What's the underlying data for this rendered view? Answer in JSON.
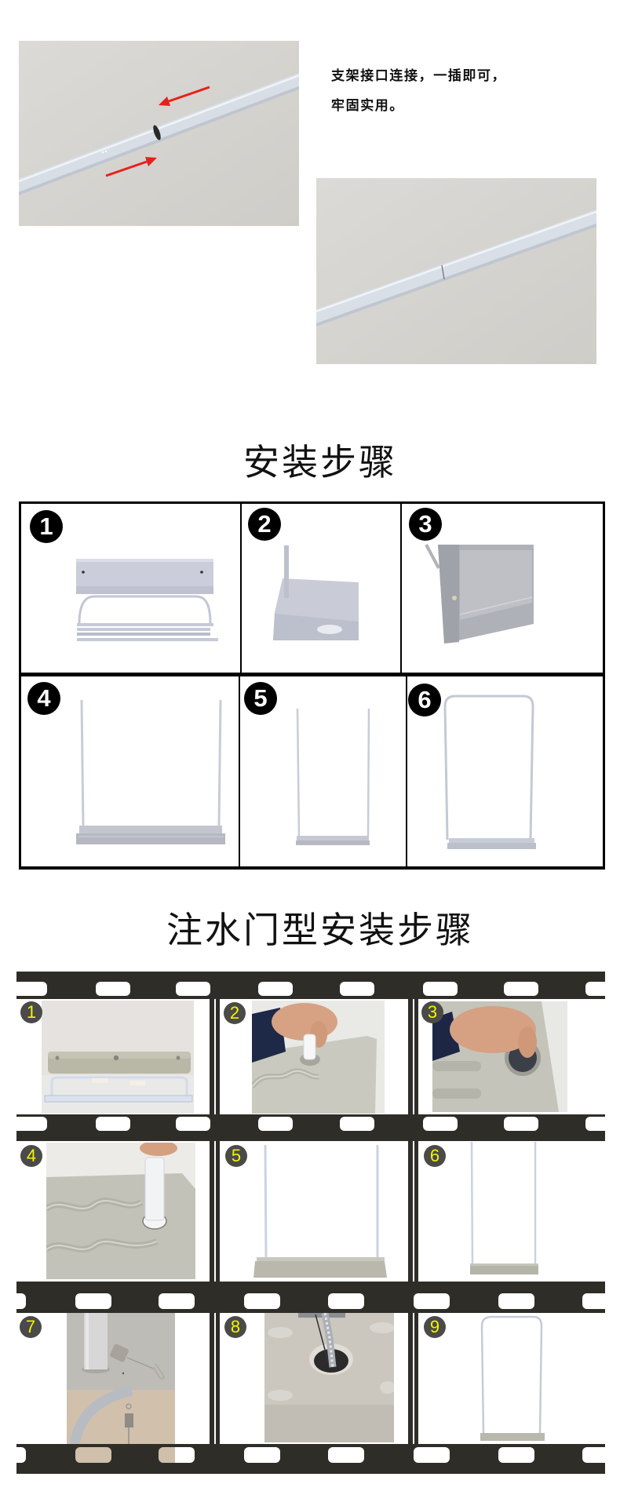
{
  "intro": {
    "caption": {
      "line1": "支架接口连接，一插即可，",
      "line2": "牢固实用。"
    },
    "arrow_color": "#e8201c"
  },
  "section_basic": {
    "title": "安装步骤",
    "steps": [
      {
        "number": "1"
      },
      {
        "number": "2"
      },
      {
        "number": "3"
      },
      {
        "number": "4"
      },
      {
        "number": "5"
      },
      {
        "number": "6"
      }
    ],
    "badge_colors": {
      "background": "#000000",
      "text": "#ffffff"
    },
    "border_color": "#000000"
  },
  "section_water": {
    "title": "注水门型安装步骤",
    "steps": [
      {
        "number": "1"
      },
      {
        "number": "2"
      },
      {
        "number": "3"
      },
      {
        "number": "4"
      },
      {
        "number": "5"
      },
      {
        "number": "6"
      },
      {
        "number": "7"
      },
      {
        "number": "8"
      },
      {
        "number": "9"
      }
    ],
    "badge_colors": {
      "background": "#4a4a48",
      "text": "#f4f400"
    },
    "film_color": "#2f2d28"
  }
}
